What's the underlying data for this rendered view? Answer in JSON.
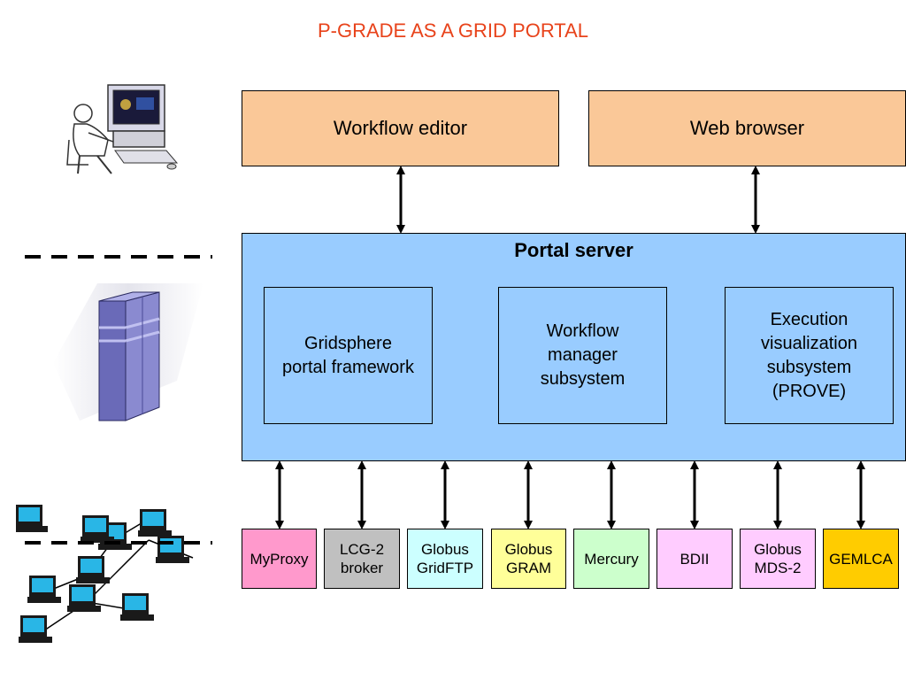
{
  "title": "P-GRADE AS A GRID PORTAL",
  "top_boxes": [
    {
      "label": "Workflow editor"
    },
    {
      "label": "Web browser"
    }
  ],
  "portal": {
    "title": "Portal server",
    "subsystems": [
      {
        "label": "Gridsphere\nportal framework"
      },
      {
        "label": "Workflow\nmanager\nsubsystem"
      },
      {
        "label": "Execution\nvisualization\nsubsystem\n(PROVE)"
      }
    ]
  },
  "services": [
    {
      "label": "MyProxy",
      "color": "#ff99cc"
    },
    {
      "label": "LCG-2\nbroker",
      "color": "#c0c0c0"
    },
    {
      "label": "Globus\nGridFTP",
      "color": "#ccffff"
    },
    {
      "label": "Globus\nGRAM",
      "color": "#ffff99"
    },
    {
      "label": "Mercury",
      "color": "#ccffcc"
    },
    {
      "label": "BDII",
      "color": "#ffccff"
    },
    {
      "label": "Globus\nMDS-2",
      "color": "#ffccff"
    },
    {
      "label": "GEMLCA",
      "color": "#ffcc00"
    }
  ],
  "colors": {
    "title": "#e8431b",
    "portal_bg": "#99ccff",
    "top_box_bg": "#fac898"
  },
  "icons": [
    "user-at-computer-icon",
    "server-tower-icon",
    "computer-network-icon"
  ]
}
